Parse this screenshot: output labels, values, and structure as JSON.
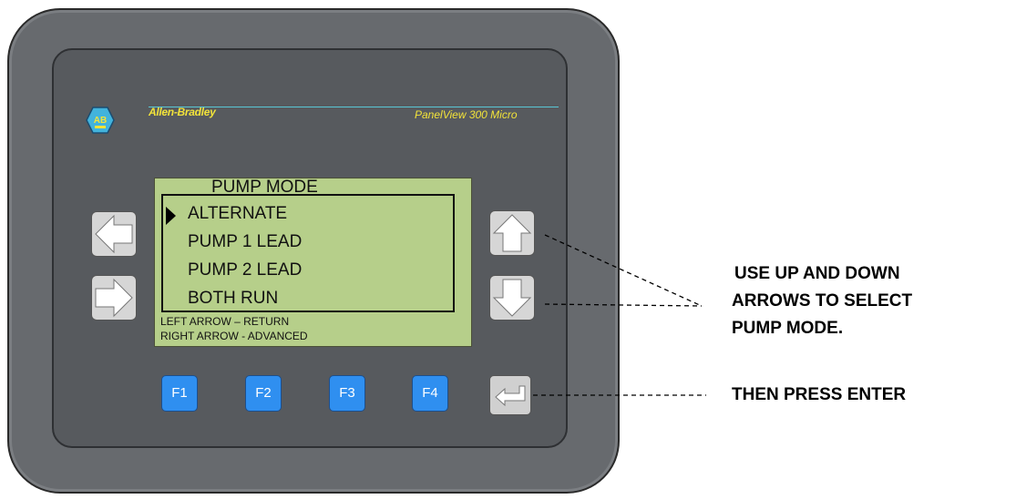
{
  "device": {
    "brand": "Allen-Bradley",
    "model": "PanelView 300 Micro",
    "logo_text": "AB"
  },
  "screen": {
    "title": "PUMP MODE",
    "options": [
      "ALTERNATE",
      "PUMP 1 LEAD",
      "PUMP 2 LEAD",
      "BOTH RUN"
    ],
    "selected_index": 0,
    "hints": [
      "LEFT ARROW – RETURN",
      "RIGHT ARROW - ADVANCED"
    ]
  },
  "keys": {
    "function_labels": [
      "F1",
      "F2",
      "F3",
      "F4"
    ]
  },
  "annotations": {
    "select_lines": [
      "USE UP AND DOWN",
      "ARROWS TO SELECT",
      "PUMP MODE."
    ],
    "enter": "THEN PRESS ENTER"
  },
  "colors": {
    "bezel": "#676a6e",
    "lcd": "#b6cf8a",
    "function_key": "#2f8ff0",
    "brand_text": "#f2e33a"
  }
}
